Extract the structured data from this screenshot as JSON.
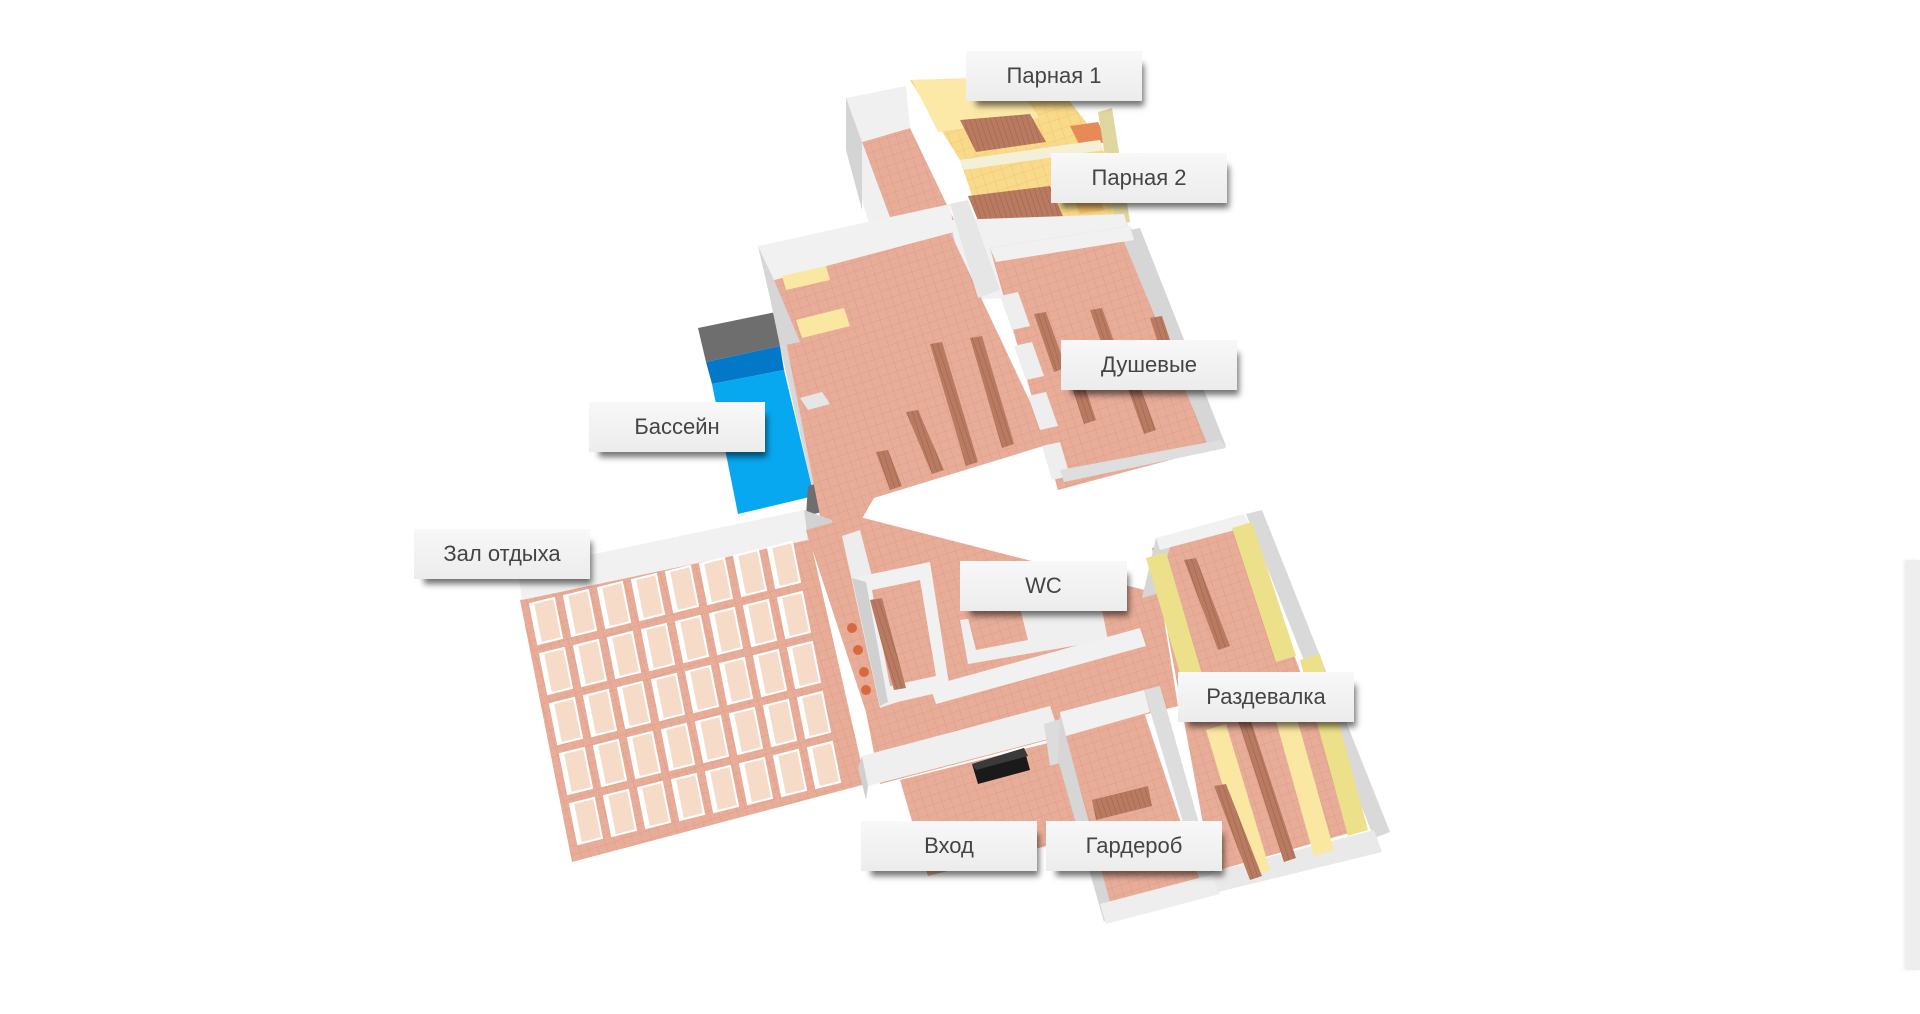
{
  "colors": {
    "floor": "#e8ad98",
    "floor_grid": "#d99884",
    "wall_top": "#f2f2f2",
    "wall_side": "#cfcfcf",
    "wall_dark": "#6e6e6e",
    "pool_water": "#08a8f0",
    "pool_deep": "#0478c8",
    "sauna_floor": "#f9d98a",
    "sauna_light": "#fce9a8",
    "bench_brown": "#b97a62",
    "locker_yellow": "#ece08a",
    "couch": "#f6dcc8",
    "label_bg": "#f1f1f1",
    "label_text": "#444444"
  },
  "labels": {
    "sauna_1": "Парная 1",
    "sauna_2": "Парная 2",
    "showers": "Душевые",
    "pool": "Бассейн",
    "lounge": "Зал отдыха",
    "wc": "WC",
    "locker_room": "Раздевалка",
    "entrance": "Вход",
    "wardrobe": "Гардероб"
  }
}
